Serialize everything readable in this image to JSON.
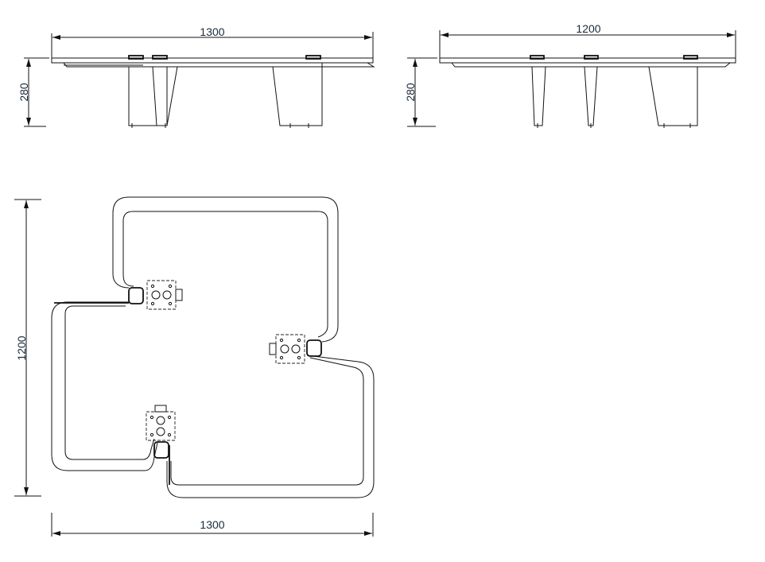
{
  "front_view": {
    "width_label": "1300",
    "height_label": "280"
  },
  "side_view": {
    "width_label": "1200",
    "height_label": "280"
  },
  "plan_view": {
    "width_label": "1300",
    "height_label": "1200"
  }
}
